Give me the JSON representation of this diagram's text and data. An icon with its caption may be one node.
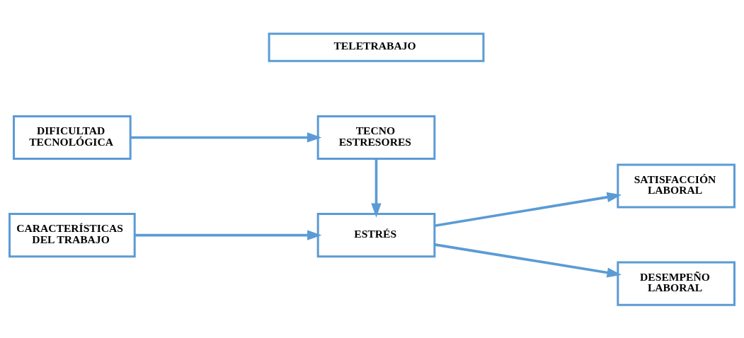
{
  "diagram": {
    "nodes": [
      {
        "text": [
          "TELETRABAJO"
        ]
      },
      {
        "text": [
          "DIFICULTAD TECNOLÓGICA"
        ]
      },
      {
        "text": [
          "TECNO ESTRESORES"
        ]
      },
      {
        "text": [
          "SATISFACCIÓN LABORAL"
        ]
      },
      {
        "text": [
          "DESEMPEÑO LABORAL"
        ]
      },
      {
        "text": [
          "CARACTERÍSTICAS DEL TRABAJO"
        ]
      },
      {
        "text": [
          "ESTRÉS"
        ]
      }
    ],
    "edges": [
      {
        "from": 1,
        "to": 2,
        "arrow": "to"
      },
      {
        "from": 2,
        "to": 6,
        "arrow": "to"
      },
      {
        "from": 6,
        "to": 3,
        "arrow": "to"
      },
      {
        "from": 6,
        "to": 4,
        "arrow": "to"
      },
      {
        "from": 5,
        "to": 6,
        "arrow": "to"
      }
    ]
  }
}
